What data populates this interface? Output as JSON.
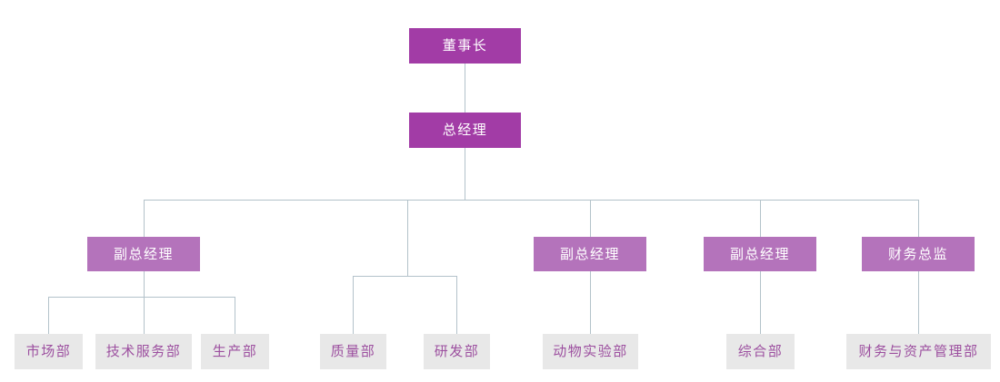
{
  "diagram": {
    "type": "org-chart",
    "colors": {
      "background": "#ffffff",
      "executive_bg": "#a23ca6",
      "executive_text": "#ffffff",
      "manager_bg": "#b473bb",
      "manager_text": "#ffffff",
      "department_bg": "#e8e8e8",
      "department_text": "#9c4f9f",
      "connector": "#b3c2ca"
    },
    "nodes": {
      "chairman": {
        "label": "董事长",
        "level": 1
      },
      "general_manager": {
        "label": "总经理",
        "level": 2
      },
      "deputy_gm_1": {
        "label": "副总经理",
        "level": 3
      },
      "deputy_gm_2": {
        "label": "副总经理",
        "level": 3
      },
      "deputy_gm_3": {
        "label": "副总经理",
        "level": 3
      },
      "finance_director": {
        "label": "财务总监",
        "level": 3
      },
      "marketing_dept": {
        "label": "市场部",
        "level": 4
      },
      "tech_service_dept": {
        "label": "技术服务部",
        "level": 4
      },
      "production_dept": {
        "label": "生产部",
        "level": 4
      },
      "quality_dept": {
        "label": "质量部",
        "level": 4
      },
      "rnd_dept": {
        "label": "研发部",
        "level": 4
      },
      "animal_lab_dept": {
        "label": "动物实验部",
        "level": 4
      },
      "general_affairs_dept": {
        "label": "综合部",
        "level": 4
      },
      "finance_asset_dept": {
        "label": "财务与资产管理部",
        "level": 4
      }
    },
    "edges": [
      [
        "chairman",
        "general_manager"
      ],
      [
        "general_manager",
        "deputy_gm_1"
      ],
      [
        "general_manager",
        "quality_dept"
      ],
      [
        "general_manager",
        "rnd_dept"
      ],
      [
        "general_manager",
        "deputy_gm_2"
      ],
      [
        "general_manager",
        "deputy_gm_3"
      ],
      [
        "general_manager",
        "finance_director"
      ],
      [
        "deputy_gm_1",
        "marketing_dept"
      ],
      [
        "deputy_gm_1",
        "tech_service_dept"
      ],
      [
        "deputy_gm_1",
        "production_dept"
      ],
      [
        "deputy_gm_2",
        "animal_lab_dept"
      ],
      [
        "deputy_gm_3",
        "general_affairs_dept"
      ],
      [
        "finance_director",
        "finance_asset_dept"
      ]
    ]
  }
}
